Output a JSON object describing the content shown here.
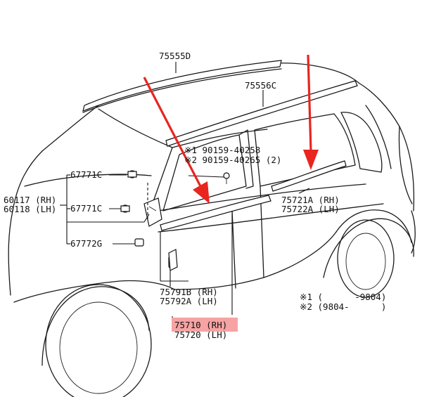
{
  "parts": {
    "p75555D": "75555D",
    "p75556C": "75556C",
    "bolt1": "※1 90159-40258",
    "bolt2": "※2 90159-40265 (2)",
    "p67771C_a": "67771C",
    "p67771C_b": "67771C",
    "p67772G": "67772G",
    "p60117": "60117 (RH)",
    "p60118": "60118 (LH)",
    "p75721A": "75721A (RH)",
    "p75722A": "75722A (LH)",
    "p75791B": "75791B (RH)",
    "p75792A": "75792A (LH)",
    "p75710": "75710 (RH)",
    "p75720": "75720 (LH)"
  },
  "notes": {
    "n1": "※1 (      -9804)",
    "n2": "※2 (9804-      )"
  },
  "colors": {
    "highlight": "#f6a3a3",
    "arrow": "#e8251f"
  }
}
